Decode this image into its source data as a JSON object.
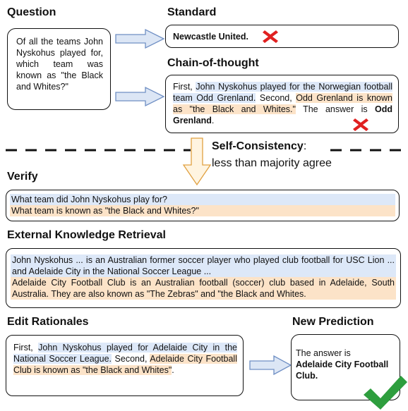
{
  "question": {
    "heading": "Question",
    "text": "Of all the teams John Nyskohus played for, which team was known as \"the Black and Whites?\""
  },
  "standard": {
    "heading": "Standard",
    "answer": "Newcastle United."
  },
  "cot": {
    "heading": "Chain-of-thought",
    "seg1": "First, ",
    "seg2": "John Nyskohus played for the Norwegian football team Odd Grenland.",
    "seg3": " Second, ",
    "seg4": "Odd Grenland is known as \"the Black and Whites.\"",
    "seg5": " The answer is ",
    "seg6": "Odd Grenland",
    "seg7": "."
  },
  "self_consistency": {
    "label": "Self-Consistency",
    "colon": ":",
    "note": "less than majority agree"
  },
  "verify": {
    "heading": "Verify",
    "q1": "What team did John Nyskohus play for?",
    "q2": "What team is known as \"the Black and Whites?\""
  },
  "retrieval": {
    "heading": "External Knowledge Retrieval",
    "p1": "John Nyskohus ... is an Australian former soccer player who played club football for USC Lion ... and Adelaide City in the National Soccer League ...",
    "p2": "Adelaide City Football Club is an Australian football (soccer) club based in Adelaide, South Australia. They are also known as \"The Zebras\" and \"the Black and Whites."
  },
  "edit": {
    "heading": "Edit Rationales",
    "seg1": "First, ",
    "seg2": "John Nyskohus played for Adelaide City in the National Soccer League.",
    "seg3": " Second, ",
    "seg4": "Adelaide City Football Club is known as \"the Black and Whites\"",
    "seg5": "."
  },
  "prediction": {
    "heading": "New Prediction",
    "prefix": "The answer is",
    "answer": "Adelaide City Football Club."
  },
  "colors": {
    "blue_highlight": "#dde8f8",
    "orange_highlight": "#fce3c8",
    "wrong": "#e02020",
    "correct": "#2e9e3e",
    "arrow_blue": "#dce6f5",
    "arrow_orange": "#fff4e0"
  },
  "icons": [
    "right-arrow-icon",
    "down-arrow-icon",
    "red-x-icon",
    "green-check-icon"
  ]
}
